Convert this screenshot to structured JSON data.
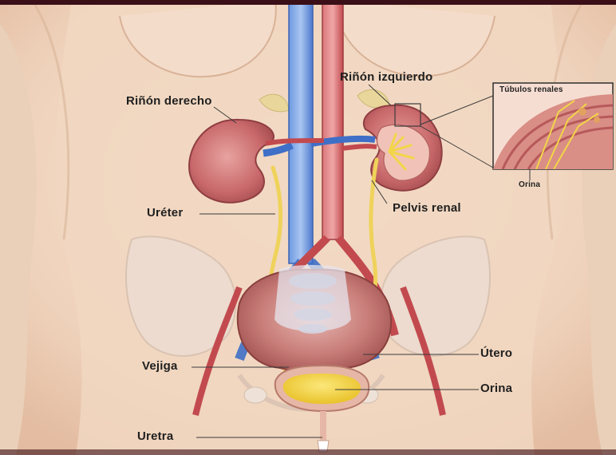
{
  "diagram": {
    "labels": {
      "rinon_derecho": "Riñón derecho",
      "rinon_izquierdo": "Riñón izquierdo",
      "tubulos_renales": "Túbulos renales",
      "orina_inset": "Orina",
      "pelvis_renal": "Pelvis renal",
      "ureter": "Uréter",
      "utero": "Útero",
      "vejiga": "Vejiga",
      "orina": "Orina",
      "uretra": "Uretra"
    }
  },
  "colors": {
    "skin": "#f3ddc8",
    "kidney": "#c9696b",
    "vein": "#3f6fc7",
    "artery": "#c24a4f",
    "ureter": "#efd25a",
    "urine": "#f2d23a",
    "frame": "#3a0f18"
  }
}
